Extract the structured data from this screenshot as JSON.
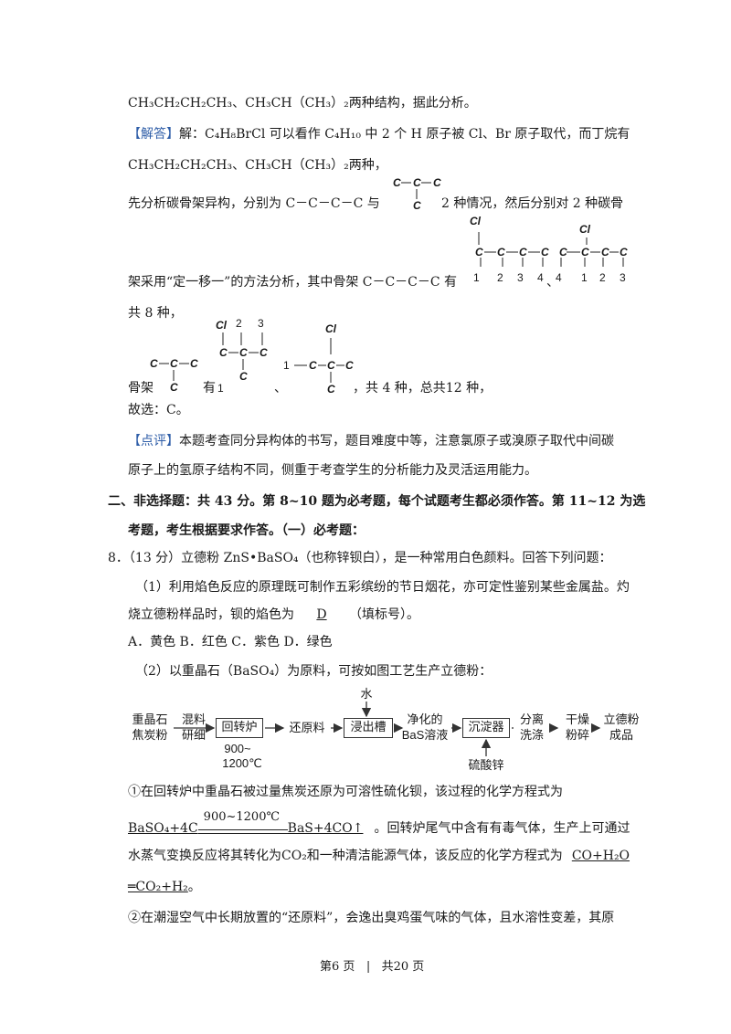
{
  "line1": "CH₃CH₂CH₂CH₃、CH₃CH（CH₃）₂两种结构，据此分析。",
  "answer": {
    "tag": "【解答】",
    "text1": "解：C₄H₈BrCl 可以看作 C₄H₁₀ 中 2 个 H 原子被 Cl、Br 原子取代，而丁烷有",
    "text2": "CH₃CH₂CH₂CH₃、CH₃CH（CH₃）₂两种，",
    "text3a": "先分析碳骨架异构，分别为 C－C－C－C 与",
    "text3b": "2 种情况，然后分别对 2 种碳骨",
    "text4a": "架采用“定一移一”的方法分析，其中骨架 C－C－C－C 有",
    "text4b": "、",
    "text5": "共 8 种，",
    "text6a": "骨架",
    "text6b": "有",
    "text6c": "、",
    "text6d": "，共 4 种，总共12 种，",
    "text7": "故选：C。"
  },
  "review": {
    "tag": "【点评】",
    "text1": "本题考查同分异构体的书写，题目难度中等，注意氯原子或溴原子取代中间碳",
    "text2": "原子上的氢原子结构不同，侧重于考查学生的分析能力及灵活运用能力。"
  },
  "section2": {
    "line1": "二、非选择题：共 43 分。第 8~10 题为必考题，每个试题考生都必须作答。第 11~12 为选",
    "line2": "考题，考生根据要求作答。（一）必考题："
  },
  "q8": {
    "stem": "8．（13 分）立德粉 ZnS•BaSO₄（也称锌钡白），是一种常用白色颜料。回答下列问题：",
    "p1a": "（1）利用焰色反应的原理既可制作五彩缤纷的节日烟花，亦可定性鉴别某些金属盐。灼",
    "p1b": "烧立德粉样品时，钡的焰色为",
    "p1_answer": "D",
    "p1c": "（填标号）。",
    "options": "A．黄色   B．红色   C．紫色   D．绿色",
    "p2": "（2）以重晶石（BaSO₄）为原料，可按如图工艺生产立德粉：",
    "q1a": "①在回转炉中重晶石被过量焦炭还原为可溶性硫化钡，该过程的化学方程式为",
    "eq1_left": "BaSO₄+4C",
    "eq1_cond": "900~1200℃",
    "eq1_right": "BaS+4CO↑",
    "q1b": "。回转炉尾气中含有有毒气体，生产上可通过",
    "q1c": "水蒸气变换反应将其转化为CO₂和一种清洁能源气体，该反应的化学方程式为",
    "eq2_left": "CO+H₂O",
    "eq2_right": "═CO₂+H₂",
    "q1d": "。",
    "q2a": "②在潮湿空气中长期放置的“还原料”，会逸出臭鸡蛋气味的气体，且水溶性变差，其原"
  },
  "flow": {
    "raw1": "重晶石",
    "raw2": "焦炭粉",
    "step1a": "混料",
    "step1b": "研细",
    "furnace": "回转炉",
    "temp1": "900~",
    "temp2": "1200℃",
    "reduced": "还原料",
    "water": "水",
    "leach": "浸出槽",
    "clean1": "净化的",
    "clean2": "BaS溶液",
    "precip": "沉淀器",
    "zinc": "硫酸锌",
    "sep1": "分离",
    "sep2": "洗涤",
    "dry1": "干燥",
    "dry2": "粉碎",
    "prod1": "立德粉",
    "prod2": "成品"
  },
  "structures": {
    "c": "C",
    "cl": "Cl",
    "n1": "1",
    "n2": "2",
    "n3": "3",
    "n4": "4"
  },
  "footer": {
    "page": "第6 页",
    "sep": "|",
    "total": "共20 页"
  }
}
